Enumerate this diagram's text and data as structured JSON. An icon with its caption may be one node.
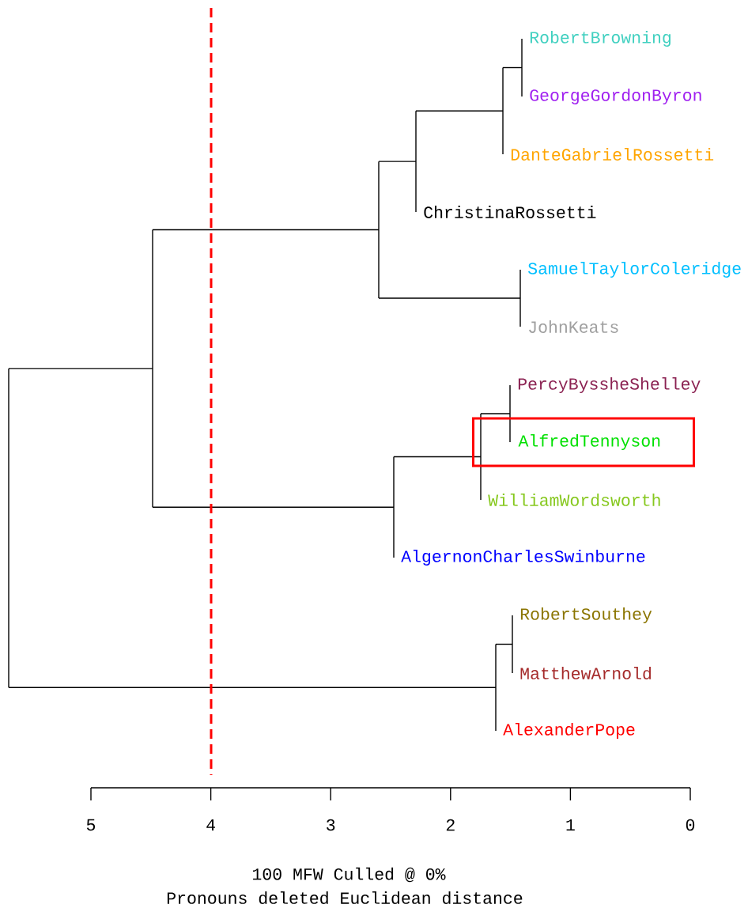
{
  "diagram": {
    "nodes": [
      {
        "text": [
          "AlfredTennyson"
        ]
      }
    ],
    "edges": [],
    "labels": [
      "RobertBrowning",
      "GeorgeGordonByron",
      "DanteGabrielRossetti",
      "ChristinaRossetti",
      "SamuelTaylorColeridge",
      "JohnKeats",
      "PercyByssheShelley",
      "WilliamWordsworth",
      "AlgernonCharlesSwinburne",
      "RobertSouthey",
      "MatthewArnold",
      "AlexanderPope",
      "5",
      "4",
      "3",
      "2",
      "1",
      "0",
      "100 MFW Culled @ 0%",
      "Pronouns deleted Euclidean distance"
    ]
  }
}
